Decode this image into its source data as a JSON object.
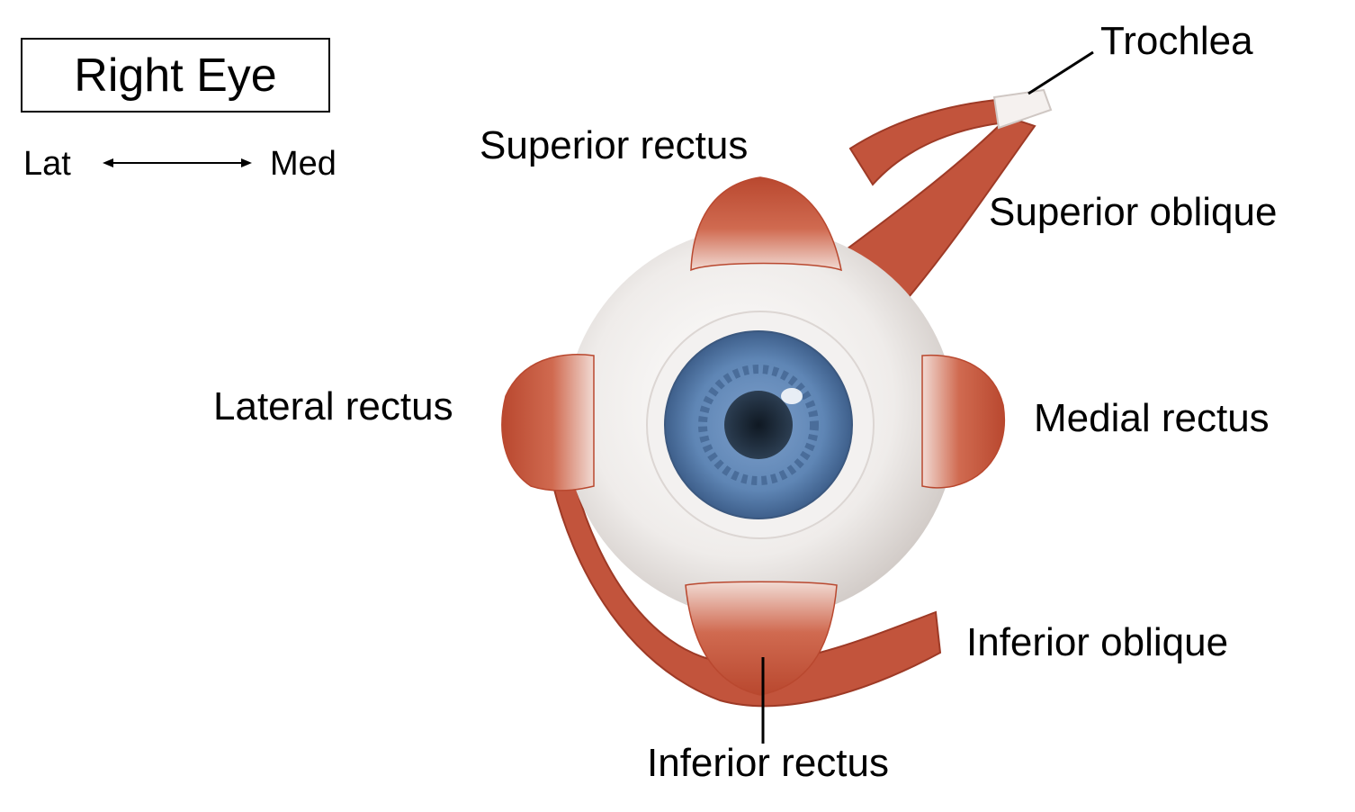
{
  "title": "Right Eye",
  "orientation": {
    "left": "Lat",
    "right": "Med"
  },
  "labels": {
    "trochlea": "Trochlea",
    "superior_rectus": "Superior rectus",
    "superior_oblique": "Superior oblique",
    "lateral_rectus": "Lateral rectus",
    "medial_rectus": "Medial rectus",
    "inferior_oblique": "Inferior oblique",
    "inferior_rectus": "Inferior rectus"
  },
  "colors": {
    "muscle": "#c2543c",
    "muscle_dark": "#9e3a26",
    "sclera": "#eeeceb",
    "iris": "#5f86b5",
    "pupil": "#1d2a38",
    "tendon": "#f4e7e2"
  }
}
